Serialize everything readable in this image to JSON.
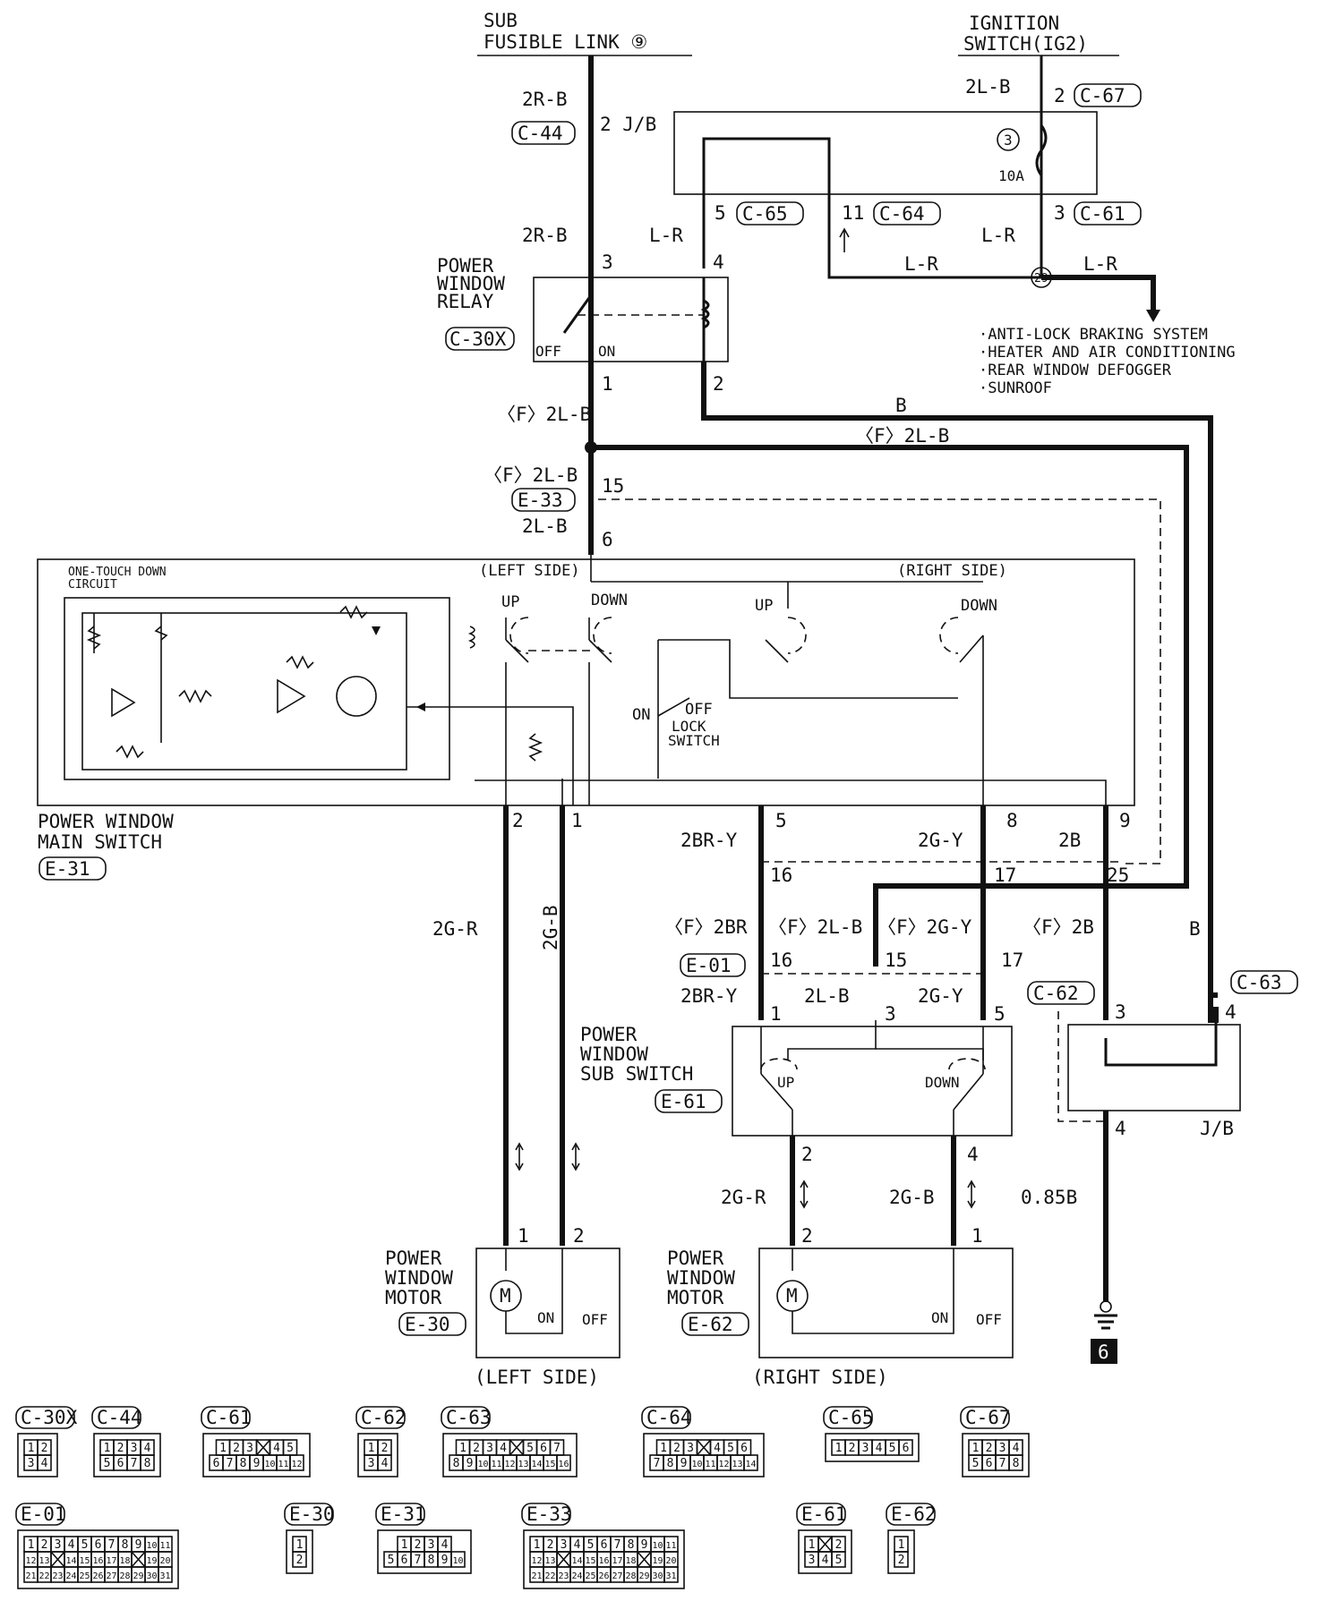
{
  "sources": {
    "sub_fusible_link": [
      "SUB",
      "FUSIBLE LINK ⑨"
    ],
    "ignition_switch": [
      "IGNITION",
      "SWITCH(IG2)"
    ]
  },
  "top_labels": {
    "w_2RB_top": "2R-B",
    "c44": "C-44",
    "c44_pin": "2 J/B",
    "w_2LB_ign": "2L-B",
    "c67_pin": "2",
    "c67": "C-67",
    "fuse_num": "3",
    "fuse_amp": "10A",
    "c65_pin": "5",
    "c65": "C-65",
    "c64_pin": "11",
    "c64": "C-64",
    "c61_pin": "3",
    "c61": "C-61",
    "w_2RB_mid": "2R-B",
    "w_LR_1": "L-R",
    "w_LR_2": "L-R",
    "w_LR_3": "L-R",
    "w_LR_4": "L-R",
    "splice": "29"
  },
  "relay": {
    "name": [
      "POWER",
      "WINDOW",
      "RELAY"
    ],
    "connector": "C-30X",
    "pin3": "3",
    "pin4": "4",
    "pin1": "1",
    "pin2": "2",
    "off": "OFF",
    "on": "ON"
  },
  "systems": [
    "·ANTI-LOCK BRAKING SYSTEM",
    "·HEATER AND AIR CONDITIONING",
    "·REAR WINDOW DEFOGGER",
    "·SUNROOF"
  ],
  "bus": {
    "w_F2LB_1": "〈F〉2L-B",
    "w_B": "B",
    "w_F2LB_2": "〈F〉2L-B",
    "w_F2LB_3": "〈F〉2L-B",
    "e33": "E-33",
    "e33_pin15": "15",
    "w_2LB": "2L-B",
    "e33_pin6": "6"
  },
  "main_switch": {
    "otd": [
      "ONE-TOUCH DOWN",
      "CIRCUIT"
    ],
    "left_side": "(LEFT SIDE)",
    "right_side": "(RIGHT SIDE)",
    "up": "UP",
    "down": "DOWN",
    "up2": "UP",
    "down2": "DOWN",
    "lock_on": "ON",
    "lock_off": "OFF",
    "lock": [
      "LOCK",
      "SWITCH"
    ],
    "name": [
      "POWER WINDOW",
      "MAIN SWITCH"
    ],
    "connector": "E-31",
    "pin2": "2",
    "pin1": "1",
    "pin5": "5",
    "pin8": "8",
    "pin9": "9"
  },
  "mid_labels": {
    "w_2BRY": "2BR-Y",
    "w_2GY": "2G-Y",
    "w_2B": "2B",
    "p16": "16",
    "p17": "17",
    "p25": "25",
    "w_2GR": "2G-R",
    "w_2GB": "2G-B",
    "w_F2BR": "〈F〉2BR",
    "w_F2LB": "〈F〉2L-B",
    "w_F2GY": "〈F〉2G-Y",
    "w_F2B": "〈F〉2B",
    "w_B2": "B",
    "e01": "E-01",
    "e01_p16": "16",
    "e01_p15": "15",
    "e01_p17": "17",
    "c62": "C-62",
    "c63": "C-63",
    "c62_p3": "3",
    "c63_p4": "4"
  },
  "sub_switch": {
    "w_2BRY": "2BR-Y",
    "w_2LB": "2L-B",
    "w_2GY": "2G-Y",
    "p1": "1",
    "p3": "3",
    "p5": "5",
    "name": [
      "POWER",
      "WINDOW",
      "SUB SWITCH"
    ],
    "connector": "E-61",
    "up": "UP",
    "down": "DOWN",
    "p2": "2",
    "p4": "4",
    "w_2GR": "2G-R",
    "w_2GB": "2G-B",
    "jb": "J/B",
    "jb_p4": "4",
    "w_085B": "0.85B"
  },
  "motors": {
    "left": {
      "name": [
        "POWER",
        "WINDOW",
        "MOTOR"
      ],
      "connector": "E-30",
      "p1": "1",
      "p2": "2",
      "on": "ON",
      "off": "OFF",
      "side": "(LEFT SIDE)",
      "m": "M"
    },
    "right": {
      "name": [
        "POWER",
        "WINDOW",
        "MOTOR"
      ],
      "connector": "E-62",
      "p2": "2",
      "p1": "1",
      "on": "ON",
      "off": "OFF",
      "side": "(RIGHT SIDE)",
      "m": "M"
    },
    "ground": "6"
  },
  "connectors": [
    {
      "id": "C-30X",
      "rows": [
        [
          "1",
          "2"
        ],
        [
          "3",
          "4"
        ]
      ]
    },
    {
      "id": "C-44",
      "rows": [
        [
          "1",
          "2",
          "3",
          "4"
        ],
        [
          "5",
          "6",
          "7",
          "8"
        ]
      ]
    },
    {
      "id": "C-61",
      "rows": [
        [
          "1",
          "2",
          "3",
          "X",
          "4",
          "5"
        ],
        [
          "6",
          "7",
          "8",
          "9",
          "10",
          "11",
          "12"
        ]
      ]
    },
    {
      "id": "C-62",
      "rows": [
        [
          "1",
          "2"
        ],
        [
          "3",
          "4"
        ]
      ]
    },
    {
      "id": "C-63",
      "rows": [
        [
          "1",
          "2",
          "3",
          "4",
          "X",
          "5",
          "6",
          "7"
        ],
        [
          "8",
          "9",
          "10",
          "11",
          "12",
          "13",
          "14",
          "15",
          "16"
        ]
      ]
    },
    {
      "id": "C-64",
      "rows": [
        [
          "1",
          "2",
          "3",
          "X",
          "4",
          "5",
          "6"
        ],
        [
          "7",
          "8",
          "9",
          "10",
          "11",
          "12",
          "13",
          "14"
        ]
      ]
    },
    {
      "id": "C-65",
      "rows": [
        [
          "1",
          "2",
          "3",
          "4",
          "5",
          "6"
        ]
      ]
    },
    {
      "id": "C-67",
      "rows": [
        [
          "1",
          "2",
          "3",
          "4"
        ],
        [
          "5",
          "6",
          "7",
          "8"
        ]
      ]
    },
    {
      "id": "E-01",
      "rows": [
        [
          "1",
          "2",
          "3",
          "4",
          "5",
          "6",
          "7",
          "8",
          "9",
          "10",
          "11"
        ],
        [
          "12",
          "13",
          "X",
          "14",
          "15",
          "16",
          "17",
          "18",
          "X",
          "19",
          "20"
        ],
        [
          "21",
          "22",
          "23",
          "24",
          "25",
          "26",
          "27",
          "28",
          "29",
          "30",
          "31"
        ]
      ]
    },
    {
      "id": "E-30",
      "rows": [
        [
          "1"
        ],
        [
          "2"
        ]
      ]
    },
    {
      "id": "E-31",
      "rows": [
        [
          "1",
          "2",
          "3",
          "4"
        ],
        [
          "5",
          "6",
          "7",
          "8",
          "9",
          "10"
        ]
      ]
    },
    {
      "id": "E-33",
      "rows": [
        [
          "1",
          "2",
          "3",
          "4",
          "5",
          "6",
          "7",
          "8",
          "9",
          "10",
          "11"
        ],
        [
          "12",
          "13",
          "X",
          "14",
          "15",
          "16",
          "17",
          "18",
          "X",
          "19",
          "20"
        ],
        [
          "21",
          "22",
          "23",
          "24",
          "25",
          "26",
          "27",
          "28",
          "29",
          "30",
          "31"
        ]
      ]
    },
    {
      "id": "E-61",
      "rows": [
        [
          "1",
          "X",
          "2"
        ],
        [
          "3",
          "4",
          "5"
        ]
      ]
    },
    {
      "id": "E-62",
      "rows": [
        [
          "1"
        ],
        [
          "2"
        ]
      ]
    }
  ]
}
